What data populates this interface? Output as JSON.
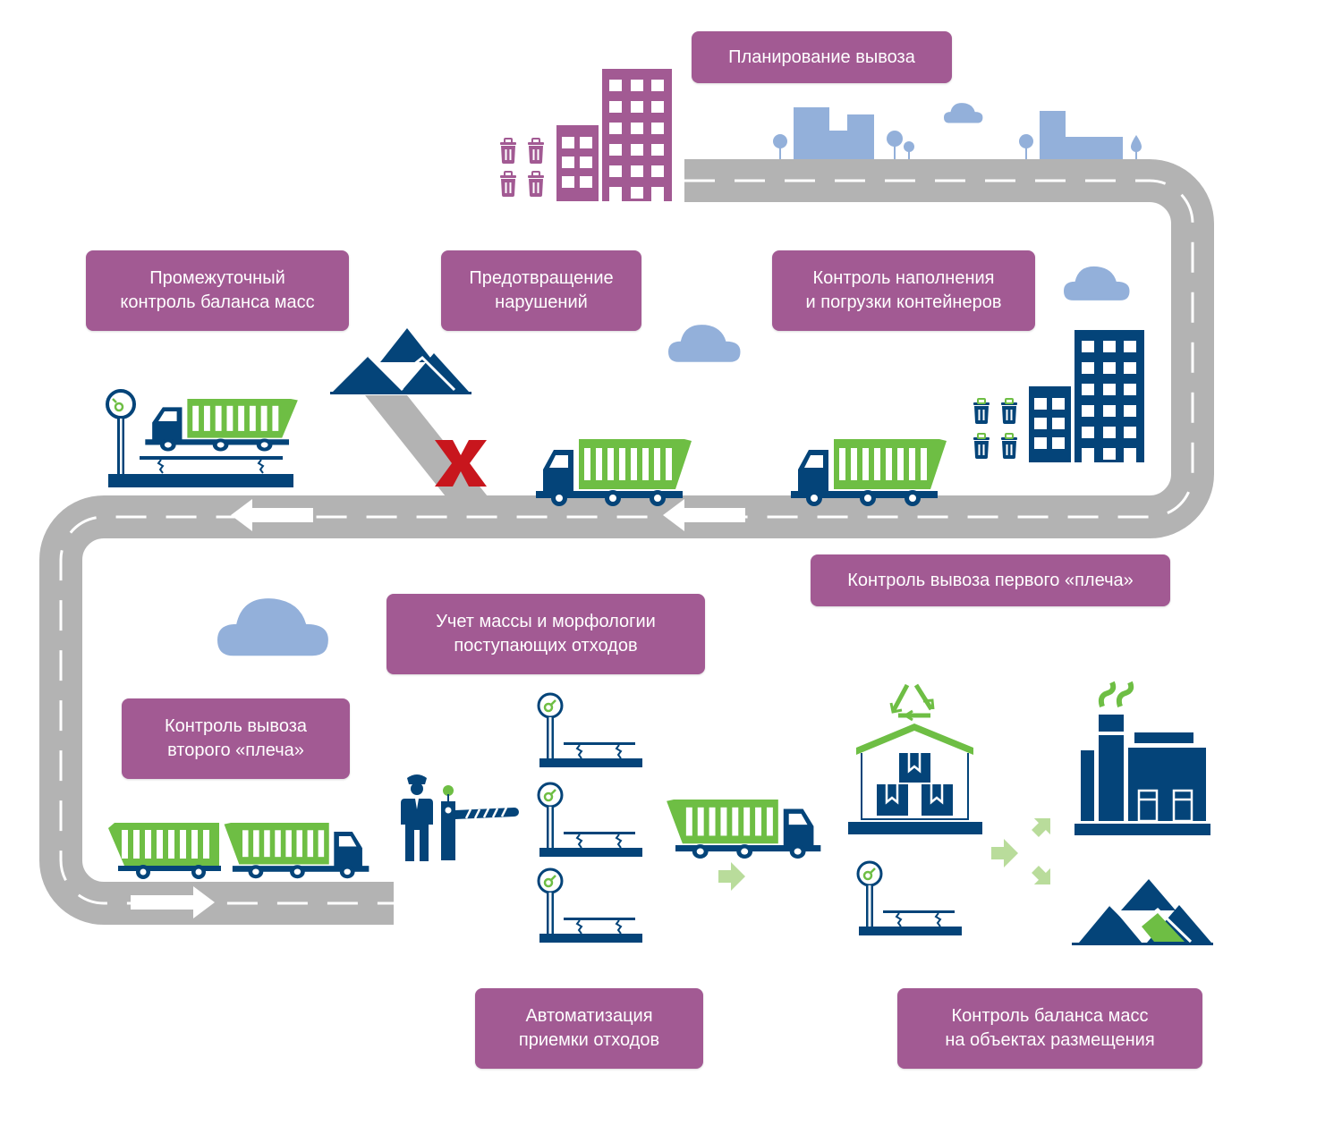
{
  "diagram": {
    "title": "Waste removal control process flow",
    "colors": {
      "label_bg": "#a25a93",
      "label_text": "#ffffff",
      "road": "#b3b3b3",
      "road_marking": "#ffffff",
      "navy": "#044479",
      "green": "#6ebe44",
      "light_green": "#b9dc9b",
      "sky_blue": "#93b0da",
      "purple_city": "#a25a93",
      "red_cross": "#c8161d"
    },
    "stages": [
      {
        "id": "planning",
        "text": "Планирование вывоза"
      },
      {
        "id": "intermediate-balance",
        "text": "Промежуточный\nконтроль баланса масс"
      },
      {
        "id": "violation-prevention",
        "text": "Предотвращение\nнарушений"
      },
      {
        "id": "container-loading",
        "text": "Контроль наполнения\nи погрузки контейнеров"
      },
      {
        "id": "first-leg",
        "text": "Контроль вывоза первого «плеча»"
      },
      {
        "id": "mass-morphology",
        "text": "Учет массы и морфологии\nпоступающих отходов"
      },
      {
        "id": "second-leg",
        "text": "Контроль вывоза\nвторого «плеча»"
      },
      {
        "id": "reception-automation",
        "text": "Автоматизация\nприемки отходов"
      },
      {
        "id": "placement-balance",
        "text": "Контроль баланса масс\nна объектах размещения"
      }
    ],
    "icons": [
      "trash-bin-icon",
      "building-icon",
      "tree-icon",
      "cloud-icon",
      "garbage-truck-icon",
      "truck-scale-icon",
      "landfill-mountain-icon",
      "forbidden-cross-icon",
      "road-arrow-icon",
      "security-guard-icon",
      "barrier-gate-icon",
      "platform-scale-icon",
      "recycling-warehouse-icon",
      "recycle-icon",
      "incineration-plant-icon",
      "flow-arrow-icon"
    ]
  }
}
